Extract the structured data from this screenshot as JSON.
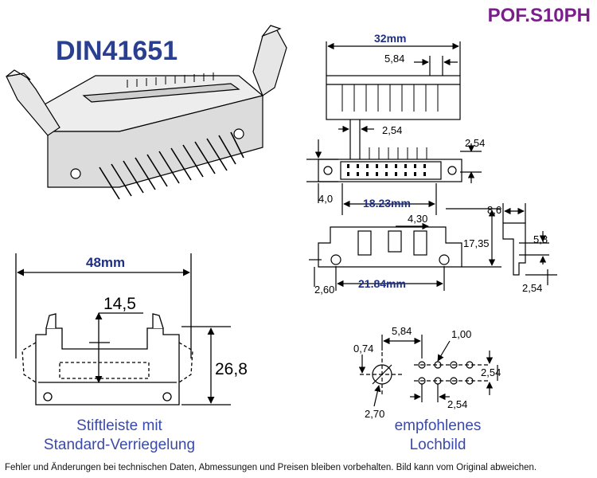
{
  "header": {
    "title": "DIN41651",
    "part_code": "POF.S10PH"
  },
  "dimensions": {
    "width_top": "32mm",
    "pitch_584_top": "5,84",
    "pin_254_a": "2,54",
    "pin_254_b": "2,54",
    "left_40": "4,0",
    "inner_1823": "18.23mm",
    "inner_430": "4,30",
    "side_86": "8,6",
    "height_1735": "17,35",
    "side_58": "5,8",
    "bottom_260": "2,60",
    "bottom_2184": "21.84mm",
    "side_254_c": "2,54",
    "width_48": "48mm",
    "mid_145": "14,5",
    "height_268": "26,8",
    "hole_584": "5,84",
    "hole_100": "1,00",
    "hole_074": "0,74",
    "hole_254_v": "2,54",
    "hole_254_h": "2,54",
    "hole_270": "2,70"
  },
  "captions": {
    "left_line1": "Stiftleiste mit",
    "left_line2": "Standard-Verriegelung",
    "right_line1": "empfohlenes",
    "right_line2": "Lochbild"
  },
  "footer": {
    "disclaimer": "Fehler und Änderungen bei technischen Daten, Abmessungen und Preisen bleiben vorbehalten. Bild kann vom Original abweichen."
  },
  "colors": {
    "title": "#2a3f8f",
    "part_code": "#7a1f8a",
    "caption": "#3a4aa8",
    "dim_highlight": "#1e2f85"
  }
}
